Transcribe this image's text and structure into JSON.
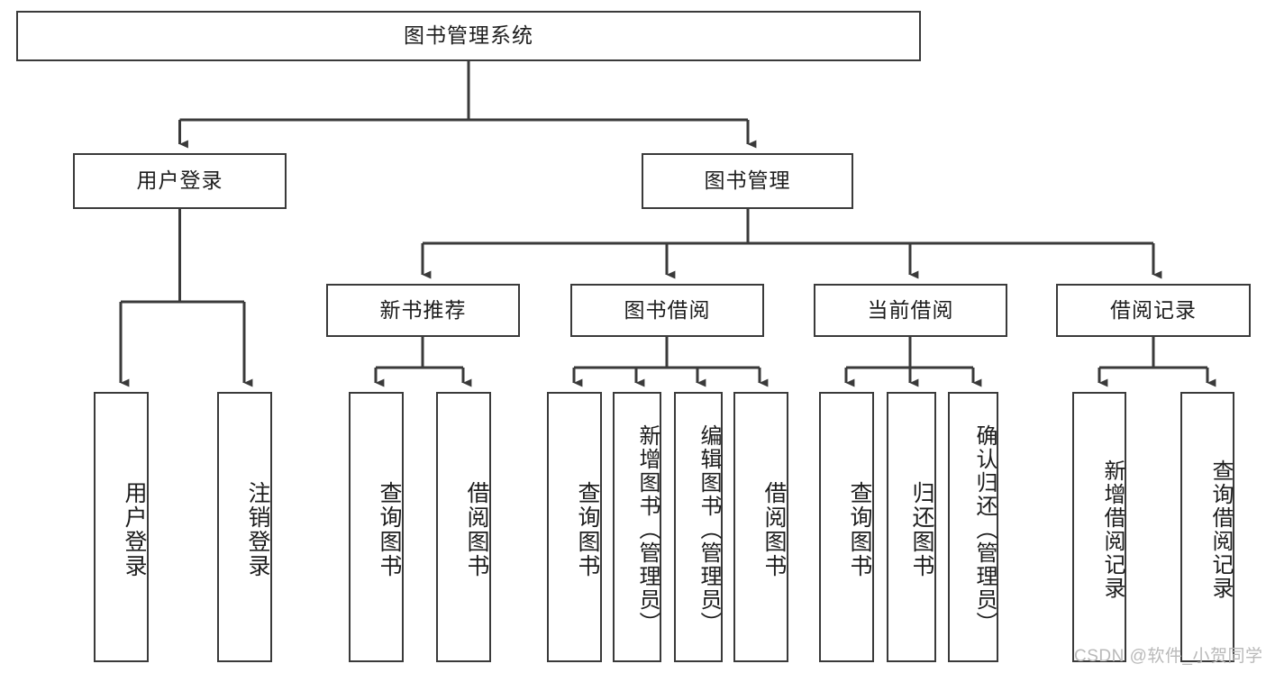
{
  "diagram": {
    "title_node": {
      "label": "图书管理系统"
    },
    "tier2": [
      {
        "id": "user-login",
        "label": "用户登录"
      },
      {
        "id": "book-management",
        "label": "图书管理"
      }
    ],
    "tier3": [
      {
        "id": "new-book-recommend",
        "label": "新书推荐"
      },
      {
        "id": "book-borrow",
        "label": "图书借阅"
      },
      {
        "id": "current-borrow",
        "label": "当前借阅"
      },
      {
        "id": "borrow-record",
        "label": "借阅记录"
      }
    ],
    "leaves": [
      {
        "id": "leaf-user-login",
        "label": "用户登录"
      },
      {
        "id": "leaf-logout-login",
        "label": "注销登录"
      },
      {
        "id": "leaf-query-book-1",
        "label": "查询图书"
      },
      {
        "id": "leaf-borrow-book-1",
        "label": "借阅图书"
      },
      {
        "id": "leaf-query-book-2",
        "label": "查询图书"
      },
      {
        "id": "leaf-add-book-admin",
        "label": "新增图书（管理员）"
      },
      {
        "id": "leaf-edit-book-admin",
        "label": "编辑图书（管理员）"
      },
      {
        "id": "leaf-borrow-book-2",
        "label": "借阅图书"
      },
      {
        "id": "leaf-query-book-3",
        "label": "查询图书"
      },
      {
        "id": "leaf-return-book",
        "label": "归还图书"
      },
      {
        "id": "leaf-confirm-return-admin",
        "label": "确认归还（管理员）"
      },
      {
        "id": "leaf-add-borrow-record",
        "label": "新增借阅记录"
      },
      {
        "id": "leaf-query-borrow-record",
        "label": "查询借阅记录"
      }
    ],
    "watermark": "CSDN @软件_小贺同学",
    "colors": {
      "stroke": "#3a3a3a",
      "text": "#1d1d1d",
      "background": "#ffffff",
      "watermark": "#b9b9b9"
    }
  }
}
